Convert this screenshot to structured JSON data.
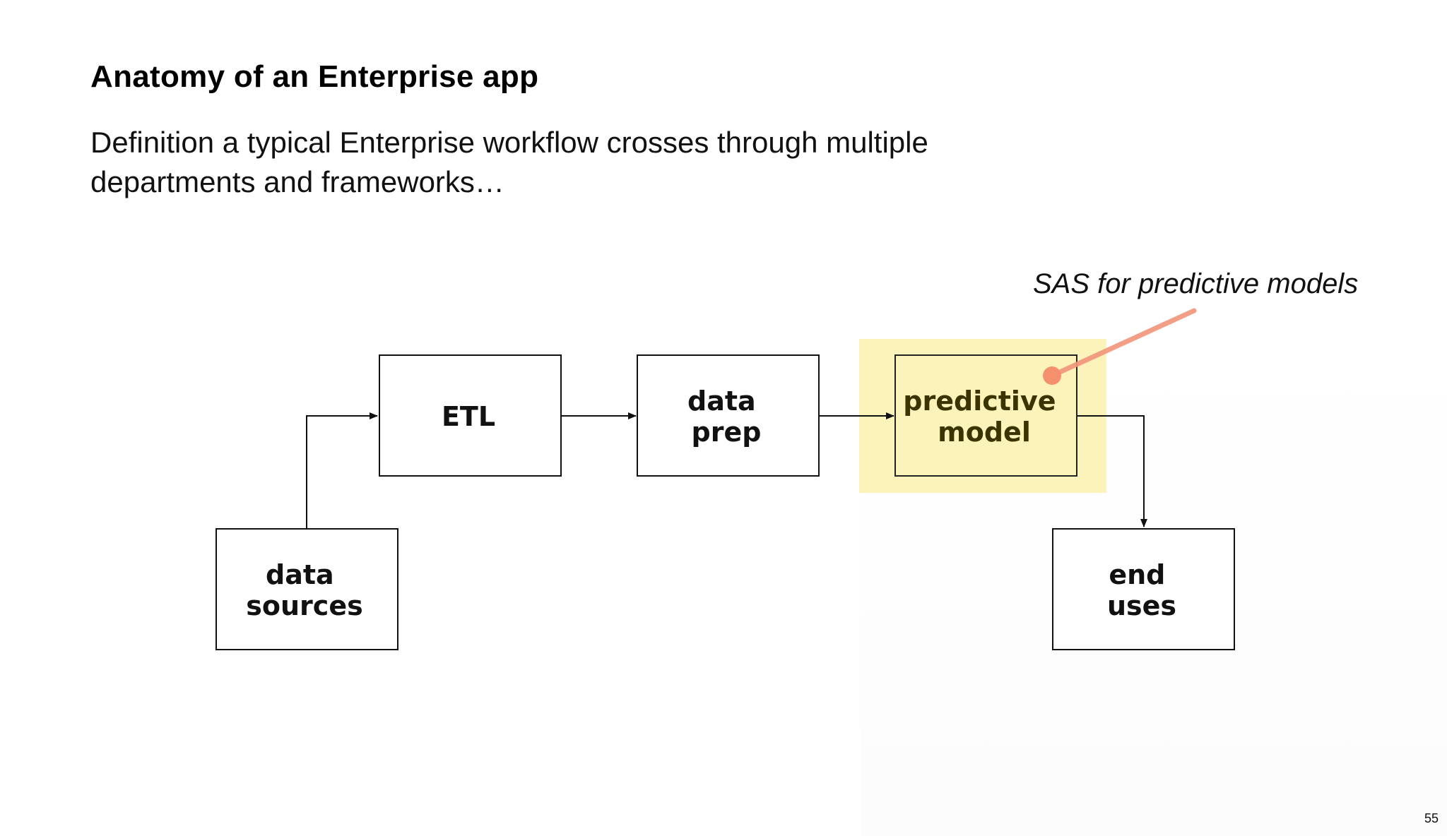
{
  "slide": {
    "title": "Anatomy of an Enterprise app",
    "subtitle": "Definition a typical Enterprise workflow crosses through multiple departments and frameworks…",
    "page_number": "55"
  },
  "diagram": {
    "nodes": {
      "data_sources": [
        "data",
        "sources"
      ],
      "etl": [
        "ETL"
      ],
      "data_prep": [
        "data",
        "prep"
      ],
      "predictive_model": [
        "predictive",
        "model"
      ],
      "end_uses": [
        "end",
        "uses"
      ]
    },
    "highlighted_node": "predictive_model",
    "callout": "SAS for predictive models",
    "colors": {
      "highlight_fill": "#fcf3bb",
      "node_stroke": "#111111",
      "callout_line": "#f2947a",
      "callout_dot": "#f5906f"
    }
  }
}
